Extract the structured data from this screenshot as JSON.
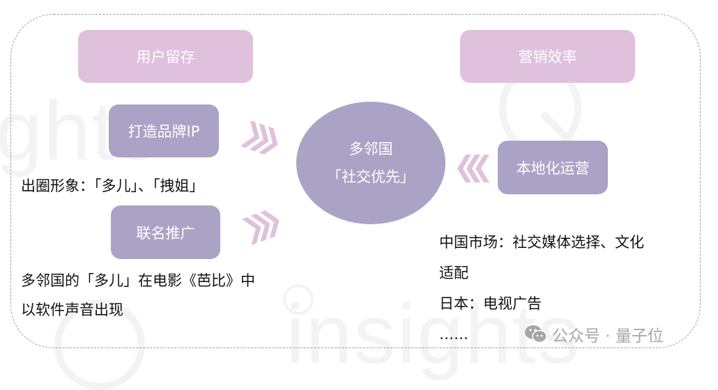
{
  "diagram": {
    "top_labels": {
      "left": "用户留存",
      "right": "营销效率"
    },
    "center": {
      "line1": "多邻国",
      "line2": "「社交优先」"
    },
    "left_nodes": [
      {
        "label": "打造品牌IP",
        "description": [
          "出圈形象：「多儿」、「拽姐」"
        ]
      },
      {
        "label": "联名推广",
        "description": [
          "多邻国的「多儿」在电影《芭比》中",
          "以软件声音出现"
        ]
      }
    ],
    "right_nodes": [
      {
        "label": "本地化运营",
        "description": [
          "中国市场：社交媒体选择、文化",
          "适配",
          "日本：电视广告",
          "……"
        ]
      }
    ],
    "arrows": [
      {
        "from": "打造品牌IP",
        "to": "center",
        "icon": "chevron-right-triple-icon"
      },
      {
        "from": "联名推广",
        "to": "center",
        "icon": "chevron-right-triple-icon"
      },
      {
        "from": "本地化运营",
        "to": "center",
        "icon": "chevron-left-triple-icon"
      }
    ],
    "watermark": {
      "background_text_1": "ghts",
      "background_text_2": "insights",
      "source_icon": "wechat-icon",
      "source_label": "公众号 · 量子位"
    },
    "colors": {
      "pink_box": "#dfc1de",
      "purple_box": "#aba3c5",
      "chevron": "#dfc1de",
      "dashed_border": "#8e9cc4",
      "text": "#111111"
    }
  }
}
